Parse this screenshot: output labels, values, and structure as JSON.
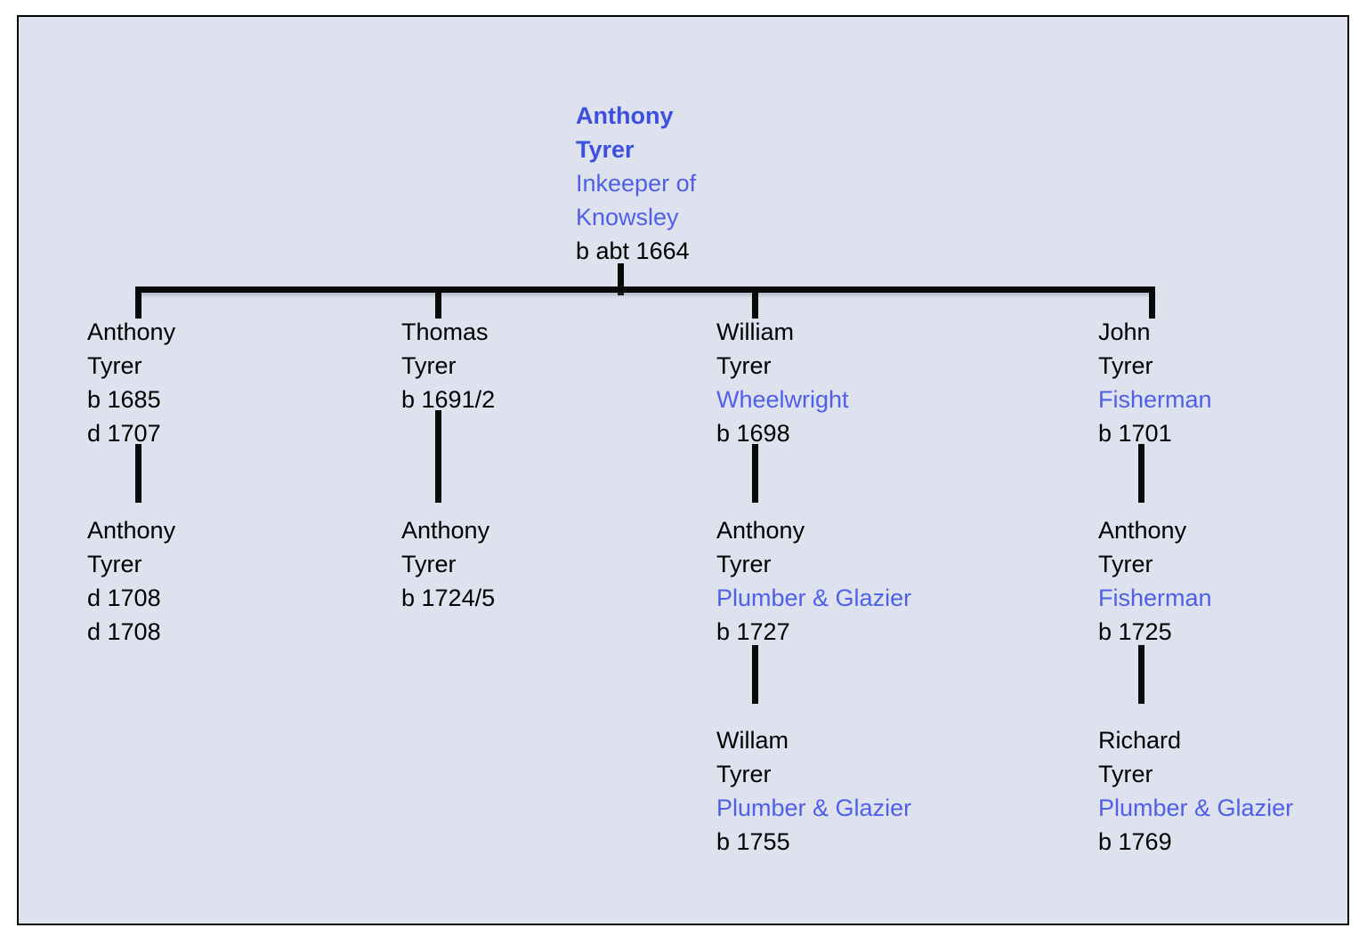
{
  "diagram": {
    "title": "Tyrer family descent chart",
    "surname": "Tyrer",
    "background_color": "#dde2ee",
    "accent_color": "#4f5fe8",
    "line_color": "#0a0a0a"
  },
  "root": {
    "given_name": "Anthony",
    "surname": "Tyrer",
    "occupation_line1": "Inkeeper of",
    "occupation_line2": "Knowsley",
    "birth": "b abt 1664"
  },
  "branches": [
    {
      "id": "branch-anthony",
      "generation2": {
        "given_name": "Anthony",
        "surname": "Tyrer",
        "birth": "b 1685",
        "death": "d 1707"
      },
      "generation3": {
        "given_name": "Anthony",
        "surname": "Tyrer",
        "death1": "d 1708",
        "death2": "d 1708"
      }
    },
    {
      "id": "branch-thomas",
      "generation2": {
        "given_name": "Thomas",
        "surname": "Tyrer",
        "birth": "b 1691/2"
      },
      "generation3": {
        "given_name": "Anthony",
        "surname": "Tyrer",
        "birth": "b 1724/5"
      }
    },
    {
      "id": "branch-william",
      "generation2": {
        "given_name": "William",
        "surname": "Tyrer",
        "occupation": "Wheelwright",
        "birth": "b 1698"
      },
      "generation3": {
        "given_name": "Anthony",
        "surname": "Tyrer",
        "occupation": "Plumber & Glazier",
        "birth": "b 1727"
      },
      "generation4": {
        "given_name": "Willam",
        "surname": "Tyrer",
        "occupation": "Plumber & Glazier",
        "birth": "b 1755"
      }
    },
    {
      "id": "branch-john",
      "generation2": {
        "given_name": "John",
        "surname": "Tyrer",
        "occupation": "Fisherman",
        "birth": "b 1701"
      },
      "generation3": {
        "given_name": "Anthony",
        "surname": "Tyrer",
        "occupation": "Fisherman",
        "birth": "b 1725"
      },
      "generation4": {
        "given_name": "Richard",
        "surname": "Tyrer",
        "occupation": "Plumber & Glazier",
        "birth": "b 1769"
      }
    }
  ]
}
